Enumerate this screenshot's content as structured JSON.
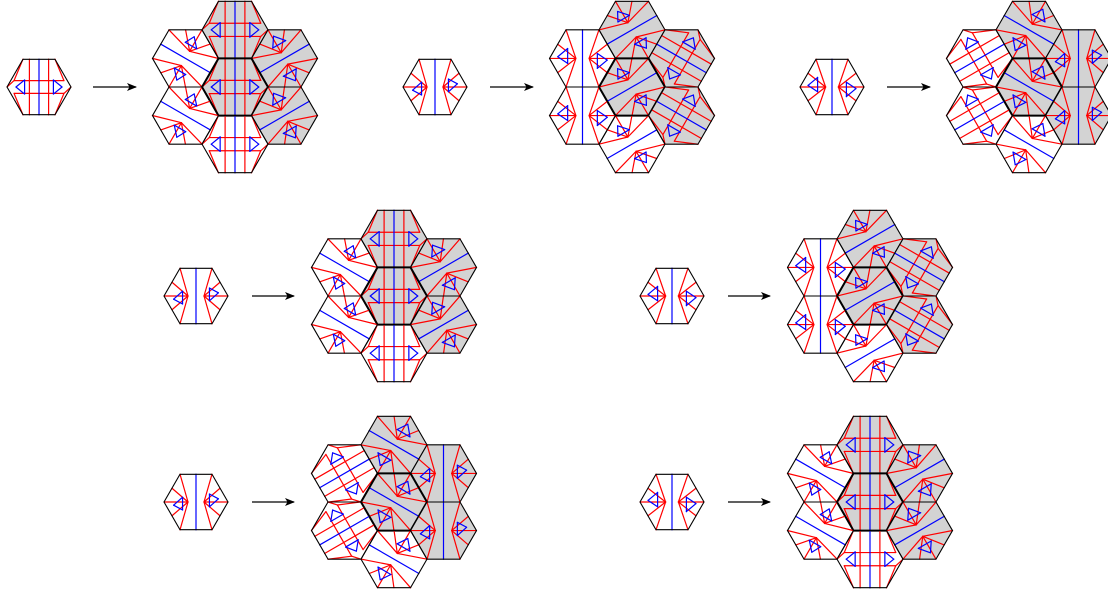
{
  "figure": {
    "background": "#ffffff",
    "colors": {
      "outline": "#000000",
      "red_lines": "#ff0000",
      "blue_lines": "#0000ff",
      "shaded_fill": "#d3d3d3",
      "arrow": "#000000"
    },
    "rules": [
      {
        "id": "rule-1",
        "base_variant": "A",
        "shaded_tiles": [
          2,
          3,
          4,
          5
        ]
      },
      {
        "id": "rule-2",
        "base_variant": "B",
        "shaded_tiles": [
          1,
          2,
          3,
          4
        ]
      },
      {
        "id": "rule-3",
        "base_variant": "C",
        "shaded_tiles": [
          1,
          2,
          3,
          4
        ]
      },
      {
        "id": "rule-4",
        "base_variant": "B",
        "shaded_tiles": [
          1,
          2,
          3,
          4
        ]
      },
      {
        "id": "rule-5",
        "base_variant": "C",
        "shaded_tiles": [
          1,
          2,
          3,
          4
        ]
      },
      {
        "id": "rule-6",
        "base_variant": "B",
        "shaded_tiles": [
          1,
          2,
          3,
          4
        ]
      },
      {
        "id": "rule-7",
        "base_variant": "C",
        "shaded_tiles": [
          1,
          2,
          3,
          4
        ]
      }
    ]
  }
}
